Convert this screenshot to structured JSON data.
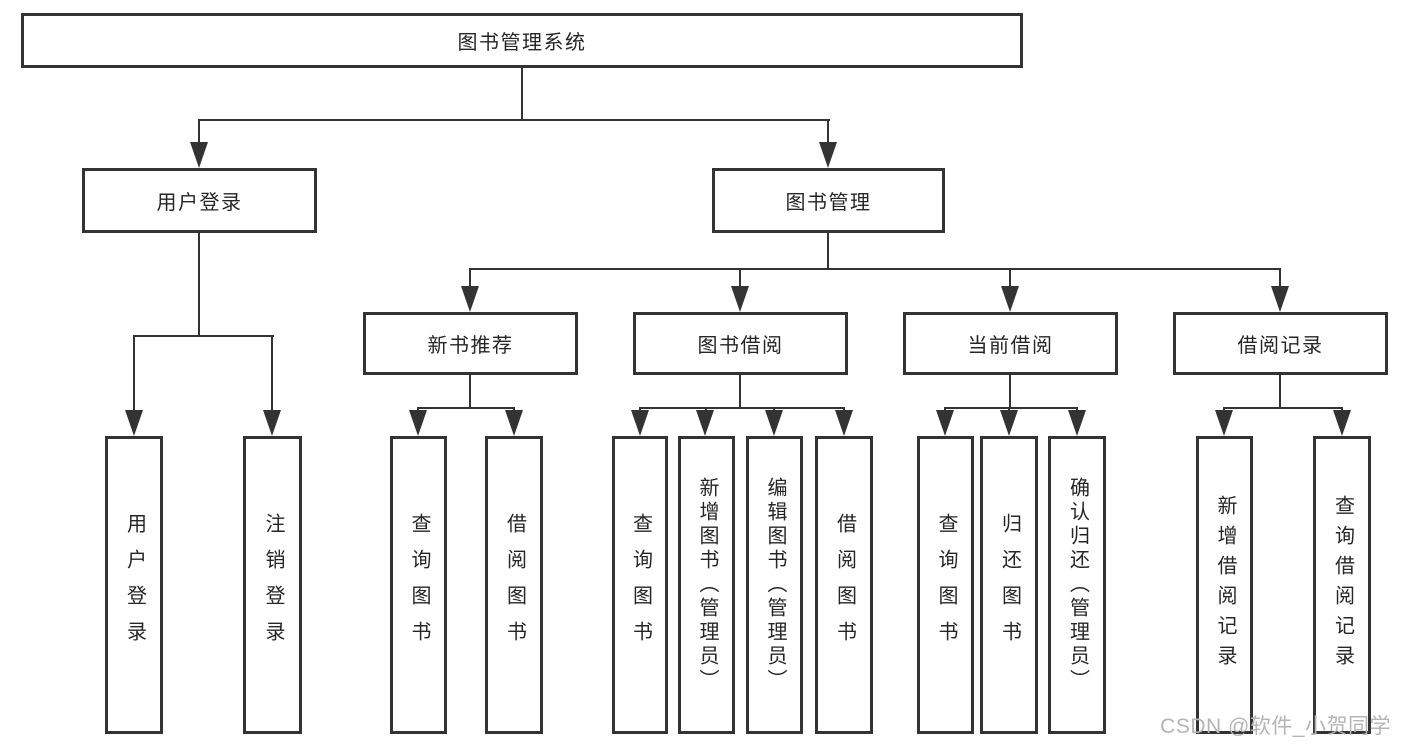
{
  "diagram": {
    "root": {
      "label": "图书管理系统"
    },
    "level2": {
      "login": {
        "label": "用户登录"
      },
      "management": {
        "label": "图书管理"
      }
    },
    "sections": {
      "recommend": {
        "label": "新书推荐"
      },
      "borrow": {
        "label": "图书借阅"
      },
      "current": {
        "label": "当前借阅"
      },
      "records": {
        "label": "借阅记录"
      }
    },
    "leaves": {
      "login": [
        "用户登录",
        "注销登录"
      ],
      "recommend": [
        "查询图书",
        "借阅图书"
      ],
      "borrow": [
        "查询图书",
        "新增图书（管理员）",
        "编辑图书（管理员）",
        "借阅图书"
      ],
      "current": [
        "查询图书",
        "归还图书",
        "确认归还（管理员）"
      ],
      "records": [
        "新增借阅记录",
        "查询借阅记录"
      ]
    }
  },
  "watermark": {
    "text": "CSDN @软件_小贺同学"
  },
  "colors": {
    "line": "#333333",
    "text": "#262626",
    "watermark": "#b5b5b5",
    "background": "#ffffff"
  }
}
